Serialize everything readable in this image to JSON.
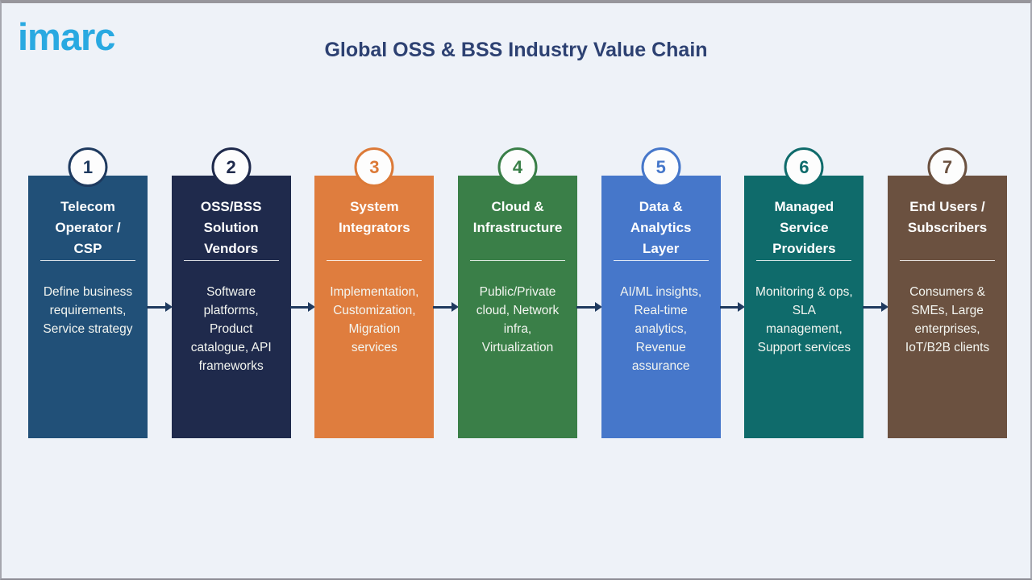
{
  "header": {
    "logo_text": "imarc",
    "title": "Global OSS & BSS Industry Value Chain"
  },
  "colors": {
    "background": "#EEF2F8",
    "frame_border": "#9A9AA2",
    "logo_blue": "#29A9E1",
    "title_navy": "#2D4172",
    "arrow": "#1F3A5F",
    "card_text": "#FFFFFF"
  },
  "diagram": {
    "type": "horizontal-flow-chain",
    "steps": [
      {
        "number": "1",
        "title": "Telecom Operator / CSP",
        "description": "Define business requirements, Service strategy",
        "card_color": "#215078",
        "accent_color": "#1E3A5F"
      },
      {
        "number": "2",
        "title": "OSS/BSS Solution Vendors",
        "description": "Software platforms, Product catalogue, API frameworks",
        "card_color": "#1F2A4C",
        "accent_color": "#1F2A4C"
      },
      {
        "number": "3",
        "title": "System Integrators",
        "description": "Implementation, Customization, Migration services",
        "card_color": "#DF7D3E",
        "accent_color": "#DC7A38"
      },
      {
        "number": "4",
        "title": "Cloud & Infrastructure",
        "description": "Public/Private cloud, Network infra, Virtualization",
        "card_color": "#3A7F48",
        "accent_color": "#3A7F48"
      },
      {
        "number": "5",
        "title": "Data & Analytics Layer",
        "description": "AI/ML insights, Real-time analytics, Revenue assurance",
        "card_color": "#4677CA",
        "accent_color": "#4677CA"
      },
      {
        "number": "6",
        "title": "Managed Service Providers",
        "description": "Monitoring & ops, SLA management, Support services",
        "card_color": "#0F6B6B",
        "accent_color": "#0F6B6B"
      },
      {
        "number": "7",
        "title": "End Users / Subscribers",
        "description": "Consumers & SMEs, Large enterprises, IoT/B2B clients",
        "card_color": "#6B5140",
        "accent_color": "#6B5140"
      }
    ]
  }
}
